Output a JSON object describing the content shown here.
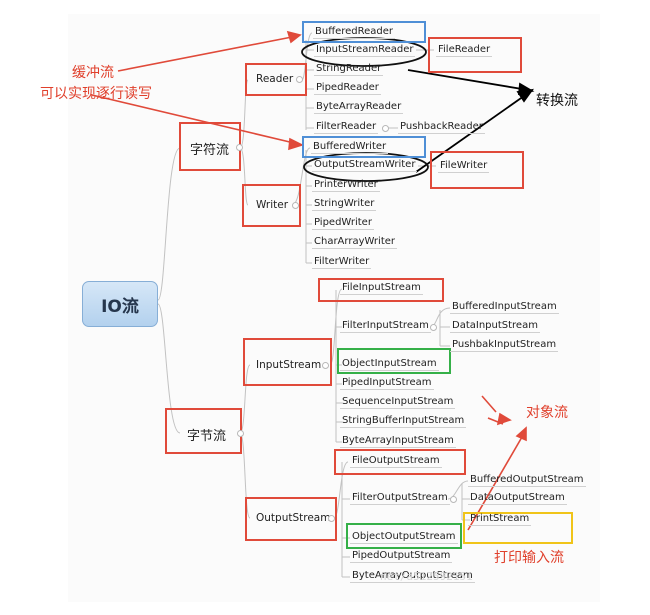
{
  "root": "IO流",
  "categories": {
    "char": "字符流",
    "byte": "字节流"
  },
  "char_stream": {
    "reader": "Reader",
    "reader_children": [
      "BufferedReader",
      "InputStreamReader",
      "StringReader",
      "PipedReader",
      "ByteArrayReader",
      "FilterReader"
    ],
    "reader_side": {
      "filereader": "FileReader",
      "pushback": "PushbackReader"
    },
    "writer": "Writer",
    "writer_children": [
      "BufferedWriter",
      "OutputStreamWriter",
      "PrinterWriter",
      "StringWriter",
      "PipedWriter",
      "CharArrayWriter",
      "FilterWriter"
    ],
    "writer_side": {
      "filewriter": "FileWriter"
    }
  },
  "byte_stream": {
    "input": "InputStream",
    "input_children": [
      "FileInputStream",
      "FilterInputStream",
      "ObjectInputStream",
      "PipedInputStream",
      "SequenceInputStream",
      "StringBufferInputStream",
      "ByteArrayInputStream"
    ],
    "filter_input_children": [
      "BufferedInputStream",
      "DataInputStream",
      "PushbakInputStream"
    ],
    "output": "OutputStream",
    "output_children": [
      "FileOutputStream",
      "FilterOutputStream",
      "ObjectOutputStream",
      "PipedOutputStream",
      "ByteArrayOutputStream"
    ],
    "filter_output_children": [
      "BufferedOutputStream",
      "DataOutputStream",
      "PrintStream"
    ]
  },
  "annotations": {
    "buffer_line1": "缓冲流",
    "buffer_line2": "可以实现逐行读写",
    "convert": "转换流",
    "object": "对象流",
    "print": "打印输入流"
  },
  "watermark": "net/a512592151",
  "colors": {
    "red": "#e04a3a",
    "blue": "#4f8fd6",
    "green": "#35b048",
    "yellow": "#f0c419",
    "root_fill": "#c4dcf2"
  }
}
